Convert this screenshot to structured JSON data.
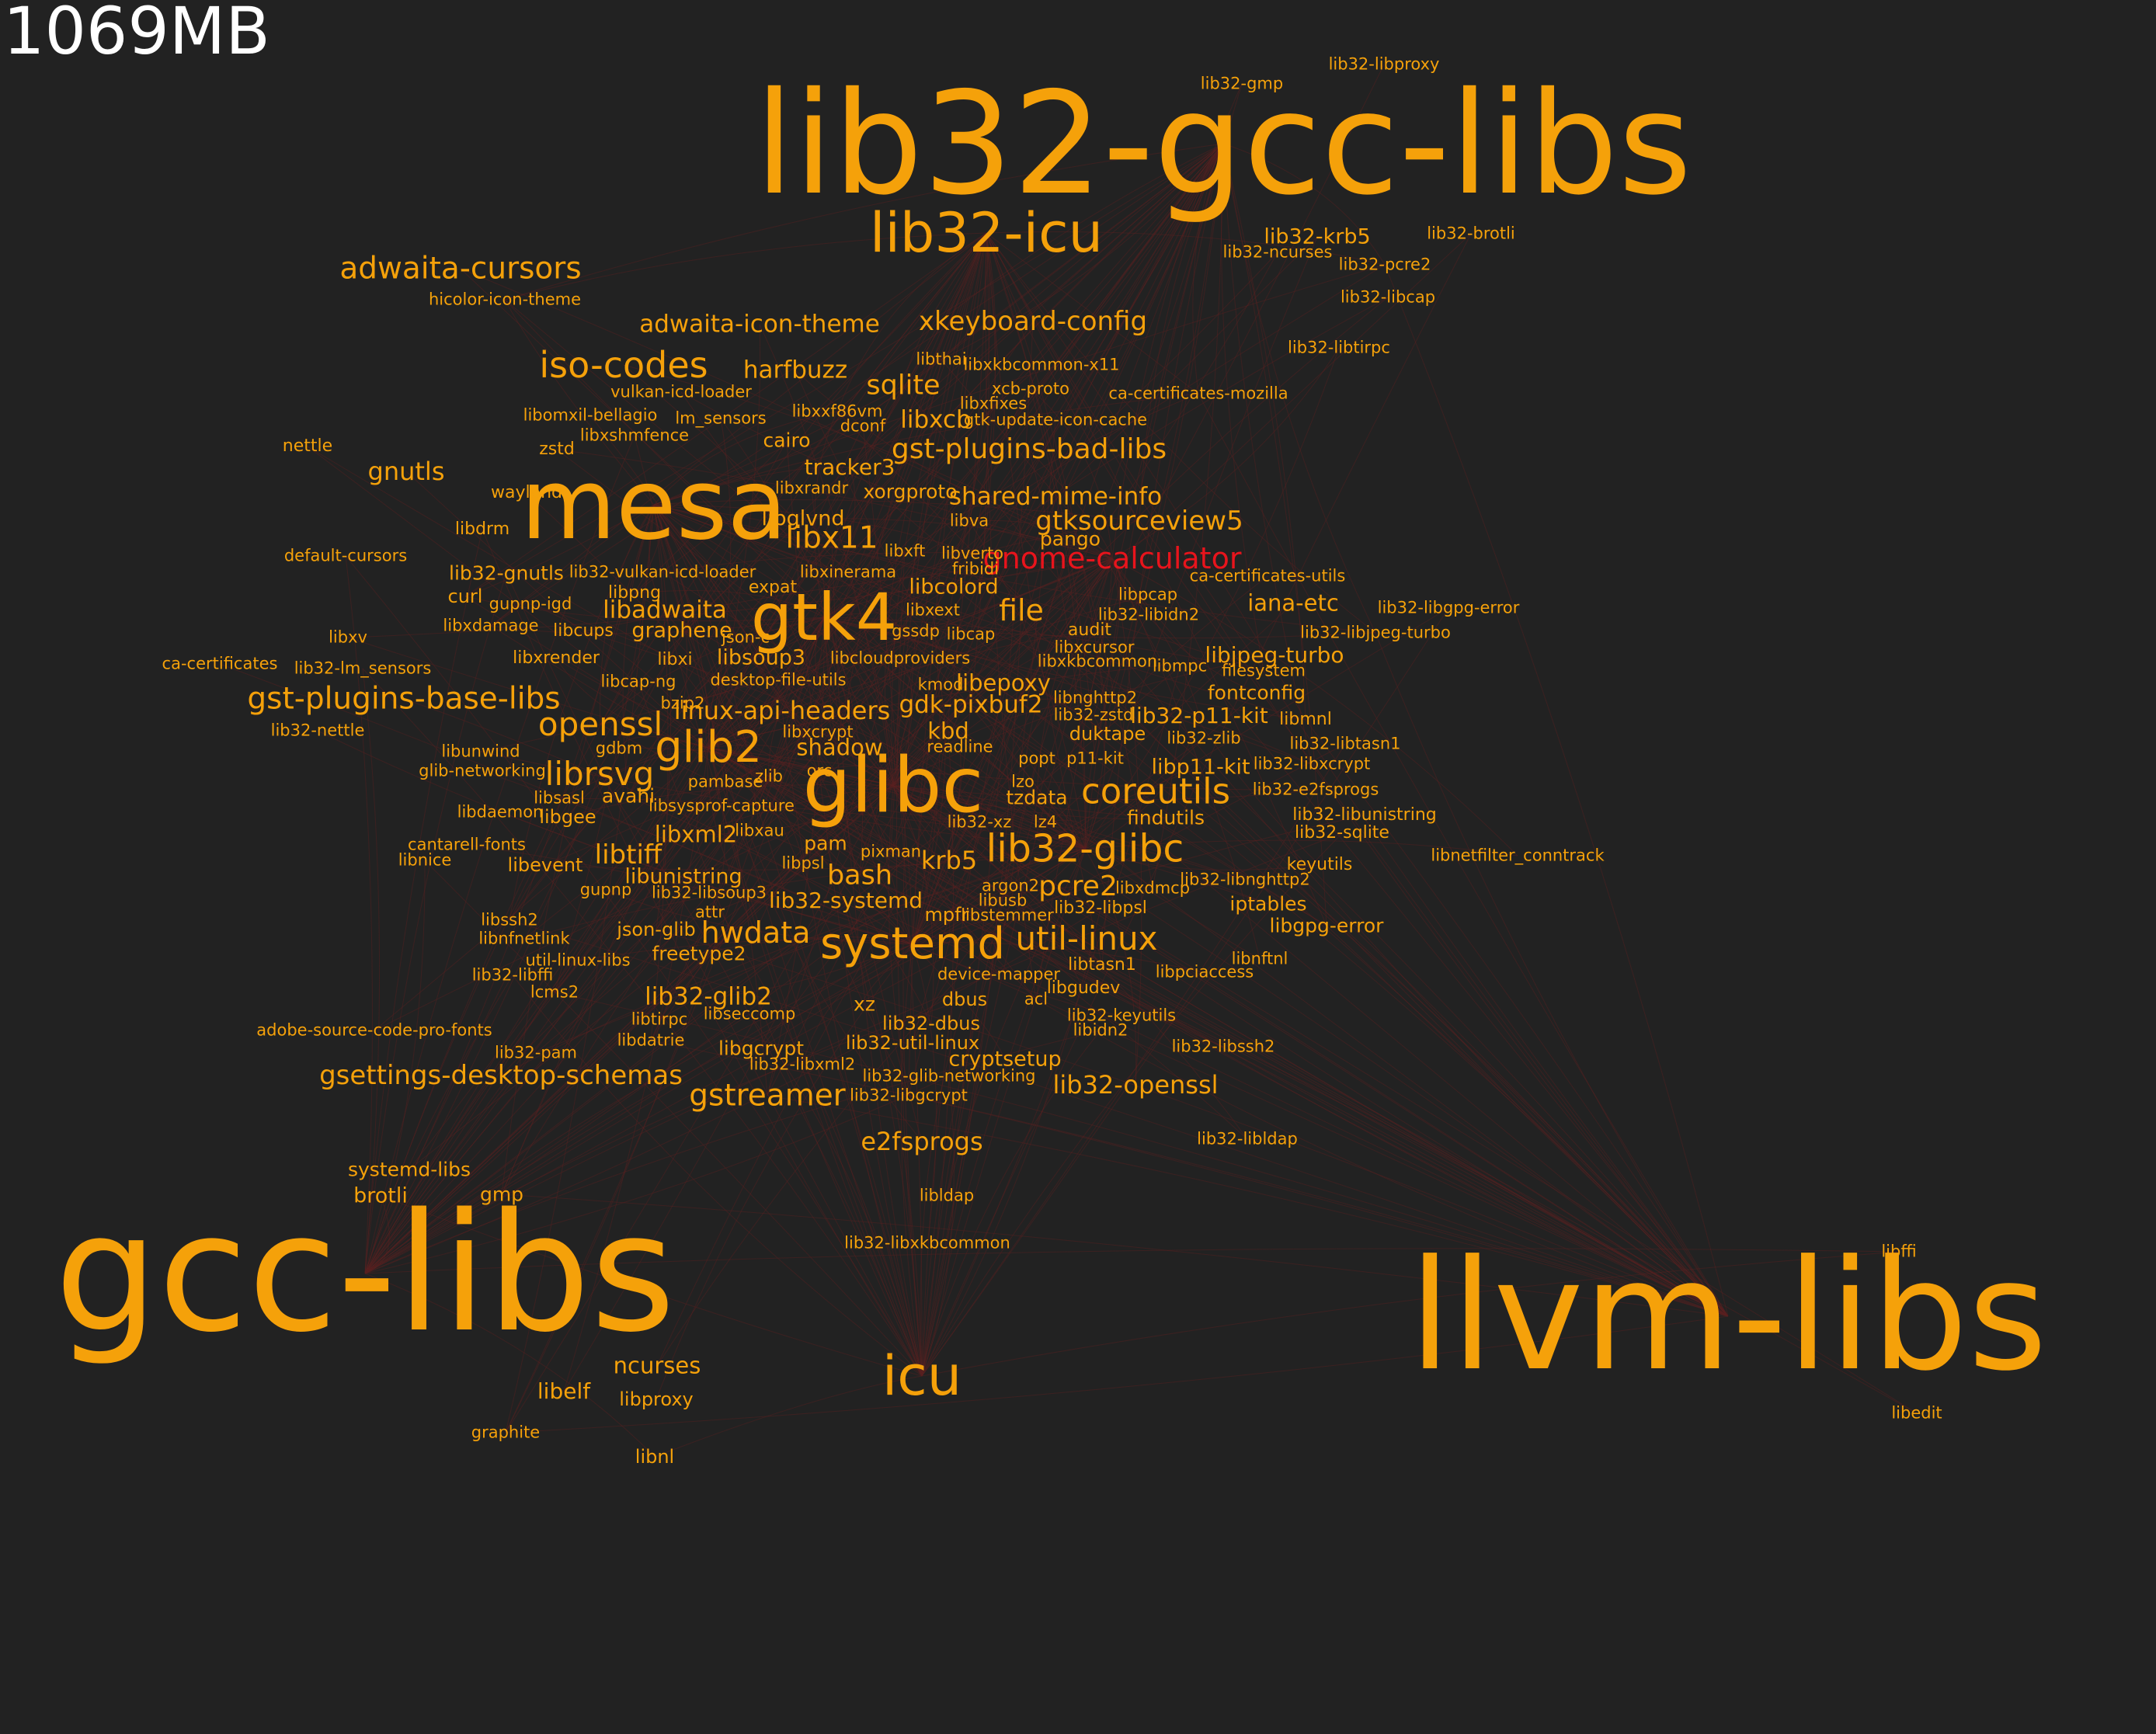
{
  "total_size": "1069MB",
  "colors": {
    "background": "#222222",
    "node": "#f5a10a",
    "highlight": "#e8141c",
    "edge": "#5a2222",
    "total_text": "#ffffff"
  },
  "highlight": "gnome-calculator",
  "nodes": [
    {
      "name": "lib32-gcc-libs",
      "weight": 13
    },
    {
      "name": "gcc-libs",
      "weight": 15
    },
    {
      "name": "llvm-libs",
      "weight": 14
    },
    {
      "name": "mesa",
      "weight": 9
    },
    {
      "name": "glibc",
      "weight": 7
    },
    {
      "name": "gtk4",
      "weight": 6
    },
    {
      "name": "icu",
      "weight": 5
    },
    {
      "name": "lib32-icu",
      "weight": 5
    },
    {
      "name": "systemd",
      "weight": 4
    },
    {
      "name": "glib2",
      "weight": 4
    },
    {
      "name": "lib32-glibc",
      "weight": 3.5
    },
    {
      "name": "iso-codes",
      "weight": 3.3
    },
    {
      "name": "coreutils",
      "weight": 3.2
    },
    {
      "name": "librsvg",
      "weight": 3
    },
    {
      "name": "openssl",
      "weight": 3
    },
    {
      "name": "util-linux",
      "weight": 3
    },
    {
      "name": "adwaita-cursors",
      "weight": 2.8
    },
    {
      "name": "gst-plugins-base-libs",
      "weight": 2.8
    },
    {
      "name": "libx11",
      "weight": 2.8
    },
    {
      "name": "gstreamer",
      "weight": 2.8
    },
    {
      "name": "hwdata",
      "weight": 2.7
    },
    {
      "name": "gst-plugins-bad-libs",
      "weight": 2.6
    },
    {
      "name": "pcre2",
      "weight": 2.6
    },
    {
      "name": "xkeyboard-config",
      "weight": 2.4
    },
    {
      "name": "sqlite",
      "weight": 2.5
    },
    {
      "name": "libtiff",
      "weight": 2.4
    },
    {
      "name": "gsettings-desktop-schemas",
      "weight": 2.4
    },
    {
      "name": "gnutls",
      "weight": 2.3
    },
    {
      "name": "linux-api-headers",
      "weight": 2.3
    },
    {
      "name": "bash",
      "weight": 2.5
    },
    {
      "name": "e2fsprogs",
      "weight": 2.3
    },
    {
      "name": "lib32-openssl",
      "weight": 2.3
    },
    {
      "name": "gnome-calculator",
      "weight": 2.7
    },
    {
      "name": "file",
      "weight": 2.7
    },
    {
      "name": "gtksourceview5",
      "weight": 2.4
    },
    {
      "name": "adwaita-icon-theme",
      "weight": 2.2
    },
    {
      "name": "harfbuzz",
      "weight": 2.2
    },
    {
      "name": "shared-mime-info",
      "weight": 2.2
    },
    {
      "name": "libadwaita",
      "weight": 2.2
    },
    {
      "name": "krb5",
      "weight": 2.3
    },
    {
      "name": "libxcb",
      "weight": 2.2
    },
    {
      "name": "gdk-pixbuf2",
      "weight": 2.2
    },
    {
      "name": "lib32-glib2",
      "weight": 2.2
    },
    {
      "name": "kbd",
      "weight": 2.1
    },
    {
      "name": "shadow",
      "weight": 2.1
    },
    {
      "name": "libxml2",
      "weight": 2.1
    },
    {
      "name": "ncurses",
      "weight": 2.1
    },
    {
      "name": "iana-etc",
      "weight": 2.1
    },
    {
      "name": "libepoxy",
      "weight": 2.1
    },
    {
      "name": "tracker3",
      "weight": 2.0
    },
    {
      "name": "libjpeg-turbo",
      "weight": 2.0
    },
    {
      "name": "lib32-p11-kit",
      "weight": 2.0
    },
    {
      "name": "libp11-kit",
      "weight": 1.9
    },
    {
      "name": "lib32-systemd",
      "weight": 2.0
    },
    {
      "name": "graphene",
      "weight": 1.9
    },
    {
      "name": "libelf",
      "weight": 2.0
    },
    {
      "name": "libsoup3",
      "weight": 1.9
    },
    {
      "name": "cryptsetup",
      "weight": 1.9
    },
    {
      "name": "lib32-krb5",
      "weight": 1.9
    },
    {
      "name": "libcolord",
      "weight": 1.9
    },
    {
      "name": "xorgproto",
      "weight": 1.8
    },
    {
      "name": "libglvnd",
      "weight": 1.9
    },
    {
      "name": "libunistring",
      "weight": 1.9
    },
    {
      "name": "brotli",
      "weight": 1.9
    },
    {
      "name": "gmp",
      "weight": 1.8
    },
    {
      "name": "systemd-libs",
      "weight": 1.8
    },
    {
      "name": "fontconfig",
      "weight": 1.8
    },
    {
      "name": "freetype2",
      "weight": 1.8
    },
    {
      "name": "lib32-gnutls",
      "weight": 1.8
    },
    {
      "name": "libgpg-error",
      "weight": 1.8
    },
    {
      "name": "iptables",
      "weight": 1.8
    },
    {
      "name": "libgcrypt",
      "weight": 1.8
    },
    {
      "name": "xz",
      "weight": 1.8
    },
    {
      "name": "pam",
      "weight": 1.8
    },
    {
      "name": "avahi",
      "weight": 1.8
    },
    {
      "name": "findutils",
      "weight": 1.8
    },
    {
      "name": "tzdata",
      "weight": 1.8
    },
    {
      "name": "pango",
      "weight": 1.8
    },
    {
      "name": "cairo",
      "weight": 1.8
    },
    {
      "name": "json-glib",
      "weight": 1.7
    },
    {
      "name": "libgee",
      "weight": 1.7
    },
    {
      "name": "libevent",
      "weight": 1.7
    },
    {
      "name": "libproxy",
      "weight": 1.7
    },
    {
      "name": "libnl",
      "weight": 1.7
    },
    {
      "name": "curl",
      "weight": 1.7
    },
    {
      "name": "lib32-dbus",
      "weight": 1.7
    },
    {
      "name": "lib32-util-linux",
      "weight": 1.7
    },
    {
      "name": "mpfr",
      "weight": 1.7
    },
    {
      "name": "dbus",
      "weight": 1.7
    },
    {
      "name": "duktape",
      "weight": 1.7
    },
    {
      "name": "libxrender",
      "weight": 1.6
    },
    {
      "name": "libcups",
      "weight": 1.6
    },
    {
      "name": "libxi",
      "weight": 1.6
    },
    {
      "name": "lib32-libpsl",
      "weight": 1.6
    },
    {
      "name": "libtasn1",
      "weight": 1.6
    },
    {
      "name": "libgudev",
      "weight": 1.6
    },
    {
      "name": "keyutils",
      "weight": 1.6
    },
    {
      "name": "lib32-libunistring",
      "weight": 1.6
    },
    {
      "name": "lib32-sqlite",
      "weight": 1.6
    },
    {
      "name": "libmnl",
      "weight": 1.6
    },
    {
      "name": "audit",
      "weight": 1.6
    },
    {
      "name": "libsasl",
      "weight": 1.5
    },
    {
      "name": "lib32-nettle",
      "weight": 1.5
    },
    {
      "name": "default-cursors",
      "weight": 1.5
    },
    {
      "name": "hicolor-icon-theme",
      "weight": 1.5
    },
    {
      "name": "nettle",
      "weight": 1.6
    },
    {
      "name": "zstd",
      "weight": 1.6
    },
    {
      "name": "wayland",
      "weight": 1.6
    },
    {
      "name": "libdrm",
      "weight": 1.6
    },
    {
      "name": "libpng",
      "weight": 1.6
    },
    {
      "name": "expat",
      "weight": 1.6
    },
    {
      "name": "libxv",
      "weight": 1.5
    },
    {
      "name": "ca-certificates",
      "weight": 1.5
    },
    {
      "name": "lib32-lm_sensors",
      "weight": 1.5
    },
    {
      "name": "libxdamage",
      "weight": 1.5
    },
    {
      "name": "gupnp-igd",
      "weight": 1.5
    },
    {
      "name": "lib32-vulkan-icd-loader",
      "weight": 1.5
    },
    {
      "name": "libxinerama",
      "weight": 1.5
    },
    {
      "name": "libxft",
      "weight": 1.5
    },
    {
      "name": "libverto",
      "weight": 1.5
    },
    {
      "name": "fribidi",
      "weight": 1.5
    },
    {
      "name": "libva",
      "weight": 1.5
    },
    {
      "name": "libxrandr",
      "weight": 1.5
    },
    {
      "name": "dconf",
      "weight": 1.5
    },
    {
      "name": "libxxf86vm",
      "weight": 1.5
    },
    {
      "name": "lm_sensors",
      "weight": 1.5
    },
    {
      "name": "vulkan-icd-loader",
      "weight": 1.5
    },
    {
      "name": "libomxil-bellagio",
      "weight": 1.5
    },
    {
      "name": "libxshmfence",
      "weight": 1.5
    },
    {
      "name": "libthai",
      "weight": 1.5
    },
    {
      "name": "libxkbcommon-x11",
      "weight": 1.5
    },
    {
      "name": "xcb-proto",
      "weight": 1.5
    },
    {
      "name": "libxfixes",
      "weight": 1.5
    },
    {
      "name": "gtk-update-icon-cache",
      "weight": 1.5
    },
    {
      "name": "ca-certificates-mozilla",
      "weight": 1.5
    },
    {
      "name": "lib32-ncurses",
      "weight": 1.5
    },
    {
      "name": "lib32-gmp",
      "weight": 1.5
    },
    {
      "name": "lib32-libproxy",
      "weight": 1.5
    },
    {
      "name": "lib32-brotli",
      "weight": 1.5
    },
    {
      "name": "lib32-pcre2",
      "weight": 1.5
    },
    {
      "name": "lib32-libcap",
      "weight": 1.5
    },
    {
      "name": "lib32-libtirpc",
      "weight": 1.5
    },
    {
      "name": "ca-certificates-utils",
      "weight": 1.5
    },
    {
      "name": "lib32-libgpg-error",
      "weight": 1.5
    },
    {
      "name": "lib32-libjpeg-turbo",
      "weight": 1.5
    },
    {
      "name": "libpcap",
      "weight": 1.5
    },
    {
      "name": "lib32-libidn2",
      "weight": 1.5
    },
    {
      "name": "libxext",
      "weight": 1.5
    },
    {
      "name": "gssdp",
      "weight": 1.5
    },
    {
      "name": "libcap",
      "weight": 1.5
    },
    {
      "name": "json-c",
      "weight": 1.5
    },
    {
      "name": "libxcursor",
      "weight": 1.5
    },
    {
      "name": "libxkbcommon",
      "weight": 1.5
    },
    {
      "name": "libmpc",
      "weight": 1.5
    },
    {
      "name": "filesystem",
      "weight": 1.5
    },
    {
      "name": "libcloudproviders",
      "weight": 1.5
    },
    {
      "name": "desktop-file-utils",
      "weight": 1.5
    },
    {
      "name": "kmod",
      "weight": 1.5
    },
    {
      "name": "libcap-ng",
      "weight": 1.5
    },
    {
      "name": "bzip2",
      "weight": 1.5
    },
    {
      "name": "libnghttp2",
      "weight": 1.5
    },
    {
      "name": "lib32-zstd",
      "weight": 1.5
    },
    {
      "name": "lib32-zlib",
      "weight": 1.5
    },
    {
      "name": "lib32-libtasn1",
      "weight": 1.5
    },
    {
      "name": "lib32-libxcrypt",
      "weight": 1.5
    },
    {
      "name": "lib32-e2fsprogs",
      "weight": 1.5
    },
    {
      "name": "libxcrypt",
      "weight": 1.5
    },
    {
      "name": "readline",
      "weight": 1.5
    },
    {
      "name": "popt",
      "weight": 1.5
    },
    {
      "name": "p11-kit",
      "weight": 1.5
    },
    {
      "name": "gdbm",
      "weight": 1.5
    },
    {
      "name": "libunwind",
      "weight": 1.5
    },
    {
      "name": "glib-networking",
      "weight": 1.5
    },
    {
      "name": "pambase",
      "weight": 1.5
    },
    {
      "name": "zlib",
      "weight": 1.5
    },
    {
      "name": "orc",
      "weight": 1.5
    },
    {
      "name": "lzo",
      "weight": 1.5
    },
    {
      "name": "libdaemon",
      "weight": 1.5
    },
    {
      "name": "libsysprof-capture",
      "weight": 1.5
    },
    {
      "name": "libxau",
      "weight": 1.5
    },
    {
      "name": "lib32-xz",
      "weight": 1.5
    },
    {
      "name": "lz4",
      "weight": 1.5
    },
    {
      "name": "cantarell-fonts",
      "weight": 1.5
    },
    {
      "name": "libnice",
      "weight": 1.5
    },
    {
      "name": "pixman",
      "weight": 1.5
    },
    {
      "name": "libpsl",
      "weight": 1.5
    },
    {
      "name": "argon2",
      "weight": 1.5
    },
    {
      "name": "libusb",
      "weight": 1.5
    },
    {
      "name": "libstemmer",
      "weight": 1.5
    },
    {
      "name": "libxdmcp",
      "weight": 1.5
    },
    {
      "name": "lib32-libnghttp2",
      "weight": 1.5
    },
    {
      "name": "libnetfilter_conntrack",
      "weight": 1.5
    },
    {
      "name": "gupnp",
      "weight": 1.5
    },
    {
      "name": "lib32-libsoup3",
      "weight": 1.5
    },
    {
      "name": "libssh2",
      "weight": 1.5
    },
    {
      "name": "attr",
      "weight": 1.5
    },
    {
      "name": "libnfnetlink",
      "weight": 1.5
    },
    {
      "name": "util-linux-libs",
      "weight": 1.5
    },
    {
      "name": "lib32-libffi",
      "weight": 1.5
    },
    {
      "name": "lcms2",
      "weight": 1.5
    },
    {
      "name": "device-mapper",
      "weight": 1.5
    },
    {
      "name": "libnftnl",
      "weight": 1.5
    },
    {
      "name": "libpciaccess",
      "weight": 1.5
    },
    {
      "name": "libseccomp",
      "weight": 1.5
    },
    {
      "name": "acl",
      "weight": 1.5
    },
    {
      "name": "adobe-source-code-pro-fonts",
      "weight": 1.5
    },
    {
      "name": "libtirpc",
      "weight": 1.5
    },
    {
      "name": "lib32-keyutils",
      "weight": 1.5
    },
    {
      "name": "libidn2",
      "weight": 1.5
    },
    {
      "name": "libdatrie",
      "weight": 1.5
    },
    {
      "name": "lib32-libssh2",
      "weight": 1.5
    },
    {
      "name": "lib32-pam",
      "weight": 1.5
    },
    {
      "name": "lib32-libxml2",
      "weight": 1.5
    },
    {
      "name": "lib32-glib-networking",
      "weight": 1.5
    },
    {
      "name": "lib32-libgcrypt",
      "weight": 1.5
    },
    {
      "name": "lib32-libldap",
      "weight": 1.5
    },
    {
      "name": "libldap",
      "weight": 1.5
    },
    {
      "name": "lib32-libxkbcommon",
      "weight": 1.5
    },
    {
      "name": "libffi",
      "weight": 1.5
    },
    {
      "name": "graphite",
      "weight": 1.5
    },
    {
      "name": "libedit",
      "weight": 1.5
    }
  ]
}
